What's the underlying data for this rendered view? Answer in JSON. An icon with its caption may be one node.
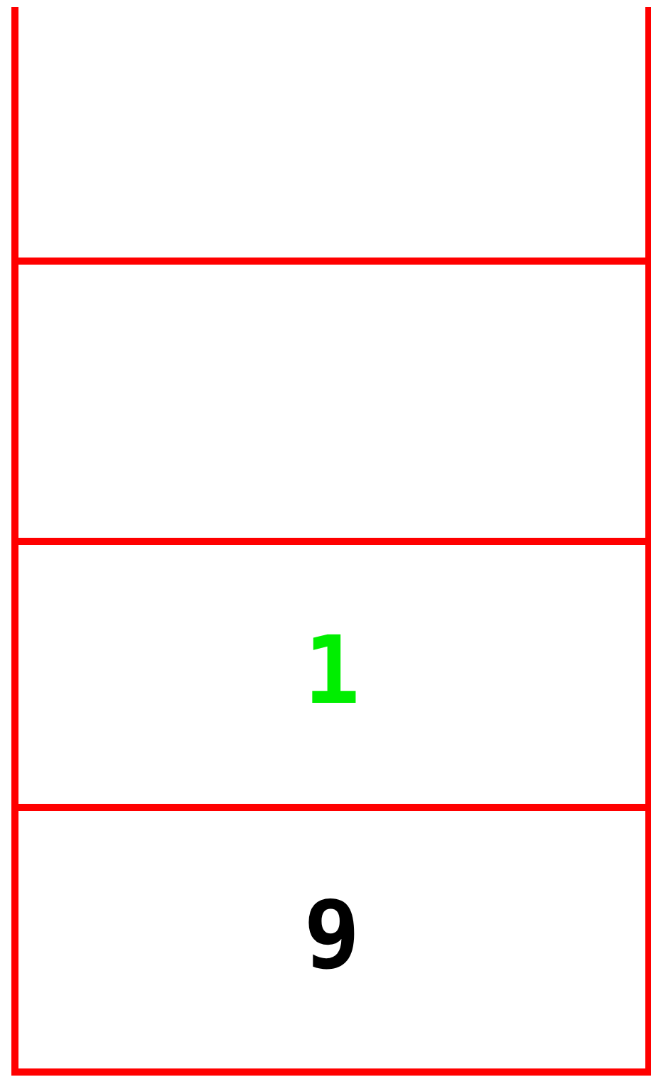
{
  "diagram": {
    "nodes": [
      {
        "text": [],
        "shape": "box"
      },
      {
        "text": [],
        "shape": "box"
      },
      {
        "text": [
          "1"
        ]
      },
      {
        "text": [
          "9"
        ]
      }
    ]
  }
}
